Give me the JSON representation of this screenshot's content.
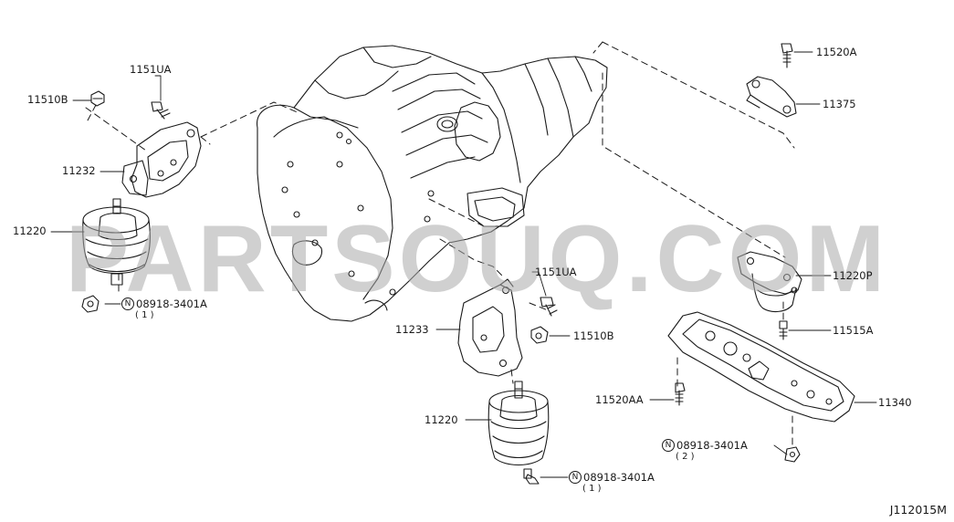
{
  "watermark": "PARTSOUQ.COM",
  "diagram_code": "J112015M",
  "callouts": {
    "p11510b_top": "11510B",
    "p1151ua_top": "1151UA",
    "p11232": "11232",
    "p11220_left": "11220",
    "p08918_left": "08918-3401A",
    "p08918_left_qty": "( 1 )",
    "p1151ua_mid": "1151UA",
    "p11233": "11233",
    "p11510b_mid": "11510B",
    "p11220_bottom": "11220",
    "p08918_bottom": "08918-3401A",
    "p08918_bottom_qty": "( 1 )",
    "p11520a": "11520A",
    "p11375": "11375",
    "p11220p": "11220P",
    "p11515a": "11515A",
    "p11520aa": "11520AA",
    "p11340": "11340",
    "p08918_right": "08918-3401A",
    "p08918_right_qty": "( 2 )",
    "n_symbol": "N"
  }
}
